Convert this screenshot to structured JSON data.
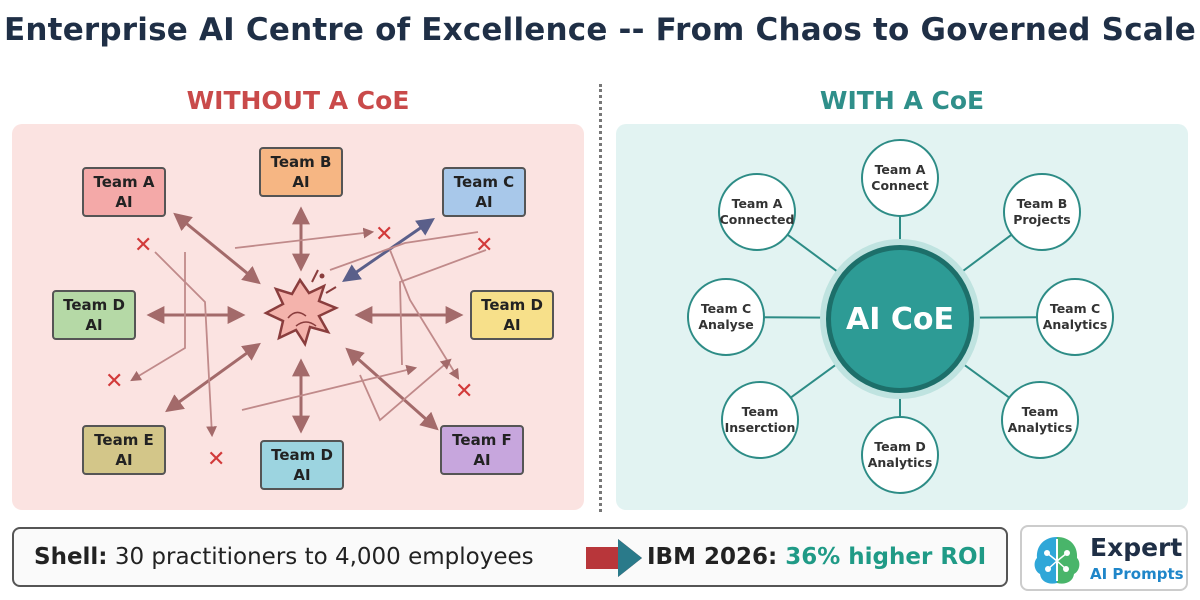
{
  "title": "Enterprise AI Centre of Excellence -- From Chaos to Governed Scale",
  "left": {
    "heading": "WITHOUT A CoE",
    "teams": [
      {
        "line1": "Team A",
        "line2": "AI",
        "color": "#f4a9a8"
      },
      {
        "line1": "Team B",
        "line2": "AI",
        "color": "#f6b683"
      },
      {
        "line1": "Team C",
        "line2": "AI",
        "color": "#a8c8ea"
      },
      {
        "line1": "Team D",
        "line2": "AI",
        "color": "#b5d9a6"
      },
      {
        "line1": "Team D",
        "line2": "AI",
        "color": "#f7e08a"
      },
      {
        "line1": "Team E",
        "line2": "AI",
        "color": "#d3c689"
      },
      {
        "line1": "Team D",
        "line2": "AI",
        "color": "#9cd4e0"
      },
      {
        "line1": "Team F",
        "line2": "AI",
        "color": "#c7a6dd"
      }
    ],
    "cross": "✕"
  },
  "right": {
    "heading": "WITH A CoE",
    "hub": "AI CoE",
    "nodes": [
      {
        "line1": "Team A",
        "line2": "Connect"
      },
      {
        "line1": "Team B",
        "line2": "Projects"
      },
      {
        "line1": "Team C",
        "line2": "Analytics"
      },
      {
        "line1": "Team",
        "line2": "Analytics"
      },
      {
        "line1": "Team D",
        "line2": "Analytics"
      },
      {
        "line1": "Team",
        "line2": "Inserction"
      },
      {
        "line1": "Team C",
        "line2": "Analyse"
      },
      {
        "line1": "Team A",
        "line2": "Connected"
      }
    ]
  },
  "footer": {
    "left_bold": "Shell:",
    "left_text": " 30 practitioners to 4,000 employees",
    "right_bold": "IBM 2026:",
    "right_highlight": " 36% higher ROI"
  },
  "logo": {
    "word1": "Expert",
    "word2": "AI Prompts"
  },
  "colors": {
    "title": "#1f2f46",
    "left_accent": "#c94a4a",
    "right_accent": "#2f8f8a",
    "hub": "#2d9b95",
    "arrow": "#a36a6a"
  }
}
